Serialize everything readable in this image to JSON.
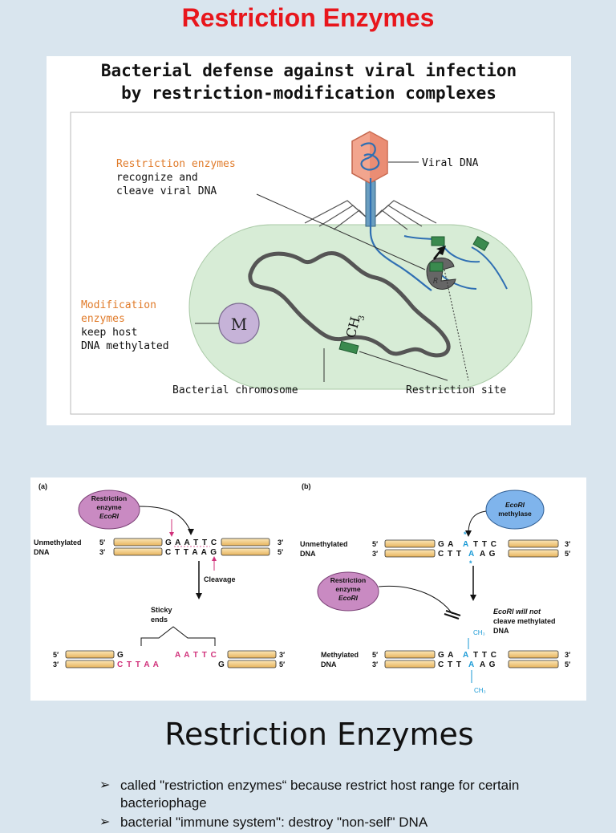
{
  "slide": {
    "title": "Restriction Enzymes",
    "subtitle": "Restriction Enzymes",
    "bullets": [
      "called \"restriction enzymes“ because restrict host range for certain bacteriophage",
      "bacterial \"immune system\": destroy \"non-self\" DNA"
    ]
  },
  "figure1": {
    "title_line1": "Bacterial defense against viral infection",
    "title_line2": "by restriction-modification complexes",
    "restriction_label_1": "Restriction enzymes",
    "restriction_label_2": "recognize and",
    "restriction_label_3": "cleave viral DNA",
    "viral_dna_label": "Viral DNA",
    "modification_label_1": "Modification",
    "modification_label_2": "enzymes",
    "modification_label_3": "keep host",
    "modification_label_4": "DNA methylated",
    "m_label": "M",
    "ch3_label": "CH",
    "ch3_sub": "3",
    "chromosome_label": "Bacterial chromosome",
    "restriction_site_label": "Restriction site",
    "colors": {
      "orange": "#e07b2a",
      "cell": "#d7ecd6",
      "blue": "#2f6fb3",
      "green": "#3a8a4e"
    }
  },
  "figure2": {
    "a": {
      "panel_label": "(a)",
      "enzyme_line1": "Restriction",
      "enzyme_line2": "enzyme",
      "enzyme_line3": "EcoRI",
      "dna_label_1": "Unmethylated",
      "dna_label_2": "DNA",
      "five_prime": "5′",
      "three_prime": "3′",
      "top_seq": "G A A T T C",
      "bottom_seq": "C T T A A G",
      "cleavage": "Cleavage",
      "sticky_1": "Sticky",
      "sticky_2": "ends",
      "frag_top_left": "G",
      "frag_bottom_left": "C T T A A",
      "frag_top_right": "A A T T C",
      "frag_bottom_right": "G"
    },
    "b": {
      "panel_label": "(b)",
      "methylase_line1": "EcoRI",
      "methylase_line2": "methylase",
      "dna_label_1": "Unmethylated",
      "dna_label_2": "DNA",
      "top_seq_a": "G A",
      "top_seq_mid": "A",
      "top_seq_b": "T T C",
      "bottom_seq_a": "C T T",
      "bottom_seq_mid": "A",
      "bottom_seq_b": "A G",
      "enzyme_line1": "Restriction",
      "enzyme_line2": "enzyme",
      "enzyme_line3": "EcoRI",
      "note_line1": "EcoRI will not",
      "note_line2": "cleave methylated",
      "note_line3": "DNA",
      "ch3": "CH₃",
      "meth_label_1": "Methylated",
      "meth_label_2": "DNA",
      "five_prime": "5′",
      "three_prime": "3′"
    }
  }
}
